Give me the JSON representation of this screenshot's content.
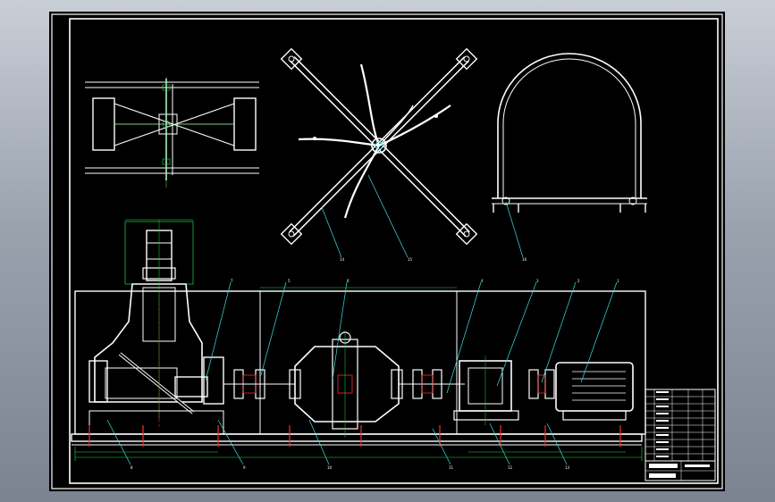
{
  "drawing": {
    "background_color": "#000000",
    "line_color": "#ffffff",
    "leader_color": "#3fe0e0",
    "dimension_color": "#22d84a",
    "hidden_color": "#ff2a2a",
    "balloons_top": [
      "14",
      "15",
      "16"
    ],
    "balloons_main_top": [
      "7",
      "5",
      "6",
      "4",
      "3",
      "2",
      "1"
    ],
    "balloons_main_bottom": [
      "8",
      "9",
      "10",
      "11",
      "12",
      "13"
    ]
  }
}
